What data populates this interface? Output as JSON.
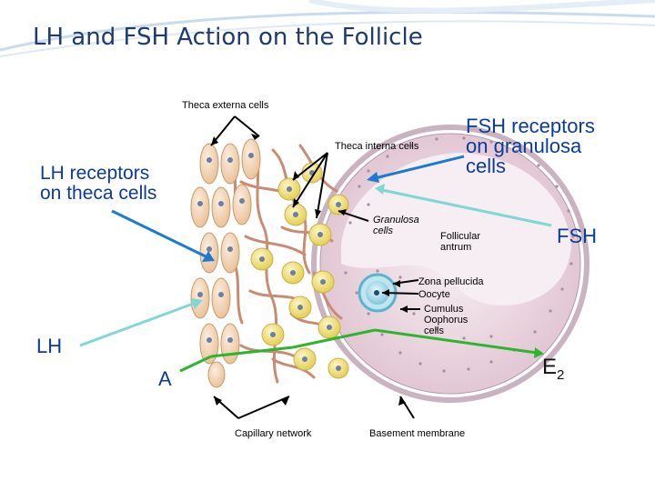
{
  "title": "LH and FSH Action on the Follicle",
  "labels": {
    "theca_externa": "Theca externa cells",
    "theca_interna": "Theca interna cells",
    "lh_receptors": [
      "LH receptors",
      "on theca cells"
    ],
    "fsh_receptors": [
      "FSH receptors",
      "on granulosa",
      "cells"
    ],
    "granulosa": [
      "Granulosa",
      "cells"
    ],
    "follicular_antrum": [
      "Follicular",
      "antrum"
    ],
    "zona_pellucida": "Zona pellucida",
    "oocyte": "Oocyte",
    "cumulus_oophorus": [
      "Cumulus",
      "Oophorus",
      "cells"
    ],
    "fsh": "FSH",
    "lh": "LH",
    "a": "A",
    "e2": "E",
    "e2_sub": "2",
    "capillary_network": "Capillary network",
    "basement_membrane": "Basement membrane"
  },
  "colors": {
    "title": "#1f3b6e",
    "label_blue": "#0b3b9c",
    "arrow_blue": "#1a7bd0",
    "arrow_cyan": "#7fd7d6",
    "arrow_green": "#2db52d",
    "theca_externa_cell": "#f3d8b8",
    "theca_interna_cell": "#f1e37a",
    "follicle": "#ead3dc",
    "antrum": "#f6eef2"
  }
}
